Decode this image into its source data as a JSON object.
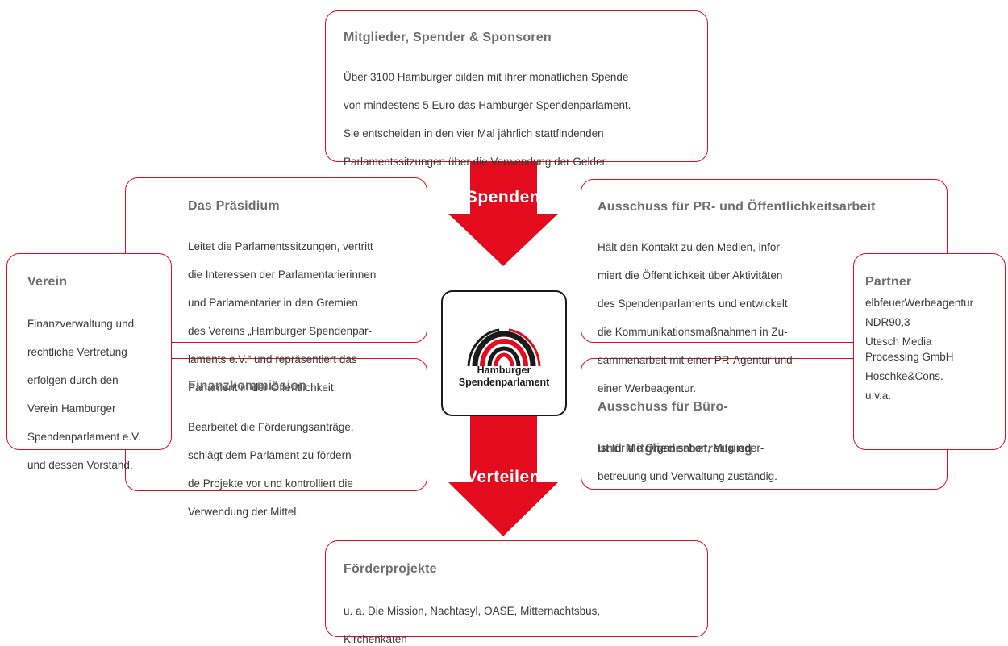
{
  "members": {
    "title": "Mitglieder, Spender & Sponsoren",
    "lines": [
      "Über 3100 Hamburger bilden mit ihrer monatlichen Spende",
      "von mindestens 5 Euro das Hamburger Spendenparlament.",
      "Sie entscheiden in den vier Mal jährlich stattfindenden",
      "Parlamentssitzungen über die Verwendung der Gelder."
    ]
  },
  "praesidium": {
    "title": "Das Präsidium",
    "lines": [
      "Leitet die Parlamentssitzungen, vertritt",
      "die Interessen der Parlamentarierinnen",
      "und Parlamentarier in den Gremien",
      "des Vereins „Hamburger Spendenpar-",
      "laments e.V.“ und repräsentiert das",
      "Parlament in der Öffentlichkeit."
    ]
  },
  "verein": {
    "title": "Verein",
    "lines": [
      "Finanzverwaltung und",
      "rechtliche Vertretung",
      "erfolgen durch den",
      "Verein Hamburger",
      "Spendenparlament e.V.",
      "und dessen Vorstand."
    ]
  },
  "finanz": {
    "title": "Finanzkommission",
    "lines": [
      "Bearbeitet die Förderungsanträge,",
      "schlägt dem Parlament zu fördern-",
      "de Projekte vor und kontrolliert die",
      "Verwendung der Mittel."
    ]
  },
  "pr": {
    "title": "Ausschuss für PR- und Öffentlichkeitsarbeit",
    "lines": [
      "Hält den Kontakt zu den Medien, infor-",
      "miert die Öffentlichkeit über Aktivitäten",
      "des Spendenparlaments und entwickelt",
      "die Kommunikationsmaßnahmen in Zu-",
      "sammenarbeit mit einer PR-Agentur und",
      "einer Werbeagentur."
    ]
  },
  "buero": {
    "title_lines": [
      "Ausschuss für Büro-",
      "und Mitgliederbetreuung"
    ],
    "lines": [
      "Ist für die Organisation, Mitglieder-",
      "betreuung und Verwaltung zuständig."
    ]
  },
  "partner": {
    "title": "Partner",
    "items": [
      "elbfeuer Werbeagentur",
      "NDR 90,3",
      "Utesch Media\nProcessing GmbH",
      "Hoschke & Cons.",
      "u. v. a."
    ]
  },
  "projects": {
    "title": "Förderprojekte",
    "lines": [
      "u. a. Die Mission, Nachtasyl, OASE, Mitternachtsbus,",
      "Kirchenkaten"
    ]
  },
  "arrows": {
    "top_label": "Spenden",
    "bottom_label": "Verteilen",
    "color": "#e30b1d"
  },
  "logo": {
    "line1": "Hamburger",
    "line2": "Spendenparlament",
    "arc_colors": [
      "#1a1a1a",
      "#e30b1d"
    ]
  }
}
